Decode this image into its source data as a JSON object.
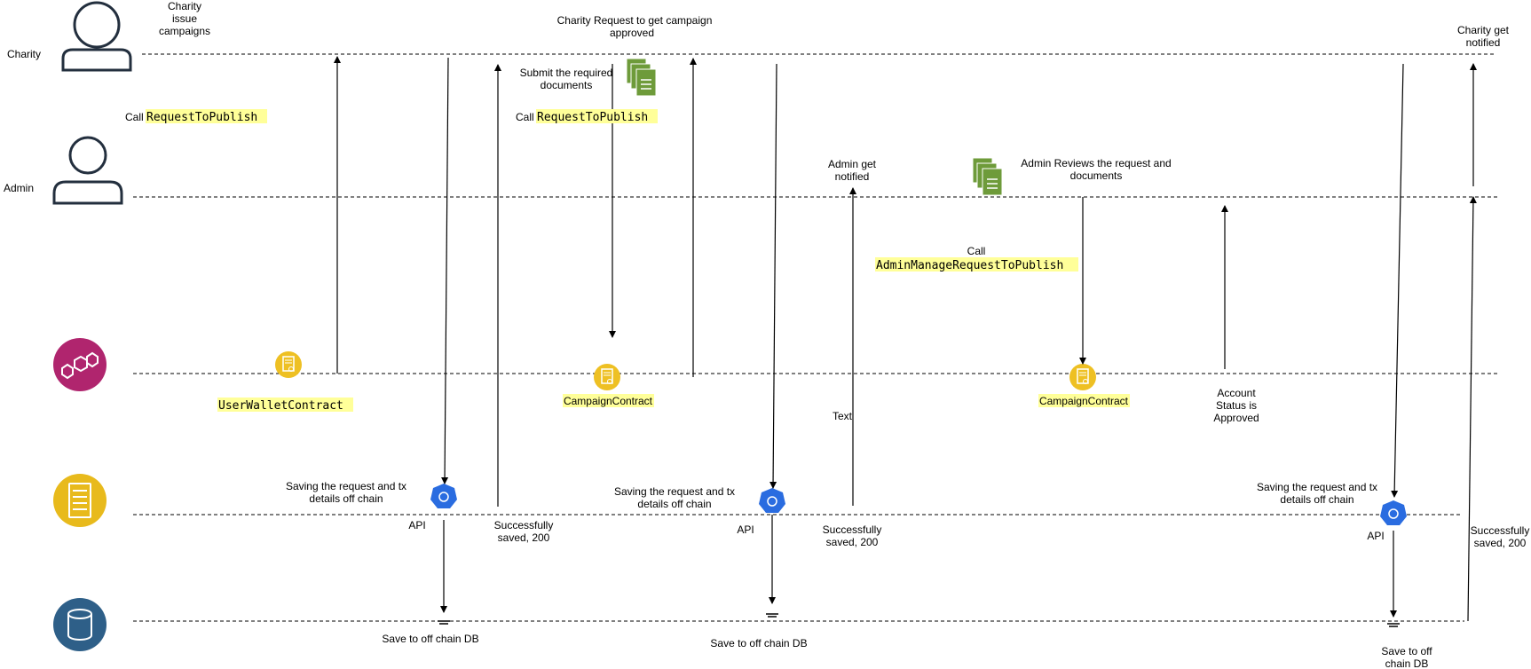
{
  "lanes": {
    "charity": "Charity",
    "admin": "Admin"
  },
  "icons": {
    "charity_actor": "user-icon",
    "admin_actor": "user-icon",
    "blockchain": "blockchain-network-icon",
    "server": "server-icon",
    "database": "database-icon",
    "contract": "smart-contract-icon",
    "documents": "documents-icon",
    "api": "api-service-icon"
  },
  "colors": {
    "actor_stroke": "#232f3e",
    "blockchain": "#b0256e",
    "server": "#e8ba1c",
    "database": "#2e5f88",
    "contract": "#eec023",
    "documents": "#6e9b3a",
    "api": "#2a6ce0",
    "highlight": "#ffff99"
  },
  "labels": {
    "charity_issue_1": "Charity",
    "charity_issue_2": "issue",
    "charity_issue_3": "campaigns",
    "call_prefix_1": "Call",
    "call_fn_1": "RequestToPublish",
    "wallet_contract": "UserWalletContract",
    "saving_1a": "Saving the request and tx",
    "saving_1b": "details off chain",
    "api_1": "API",
    "saved_1a": "Successfully",
    "saved_1b": "saved, 200",
    "save_db_1": "Save to off chain DB",
    "charity_request_1": "Charity  Request to get campaign",
    "charity_request_2": "approved",
    "submit_docs_1": "Submit the required",
    "submit_docs_2": "documents",
    "call_prefix_2": "Call",
    "call_fn_2": "RequestToPublish",
    "campaign_contract_1": "CampaignContract",
    "saving_2a": "Saving the request and tx",
    "saving_2b": "details off chain",
    "api_2": "API",
    "saved_2a": "Successfully",
    "saved_2b": "saved, 200",
    "save_db_2": "Save to off chain DB",
    "admin_notified_1": "Admin  get",
    "admin_notified_2": "notified",
    "text_label": "Text",
    "admin_reviews_1": "Admin Reviews the request and",
    "admin_reviews_2": "documents",
    "call_prefix_3": "Call",
    "call_fn_3": "AdminManageRequestToPublish",
    "campaign_contract_2": "CampaignContract",
    "account_status_1": "Account",
    "account_status_2": "Status is",
    "account_status_3": "Approved",
    "saving_3a": "Saving the request and tx",
    "saving_3b": "details off chain",
    "api_3": "API",
    "save_db_3a": "Save to off",
    "save_db_3b": "chain DB",
    "charity_notified_1": "Charity  get",
    "charity_notified_2": "notified",
    "saved_3a": "Successfully",
    "saved_3b": "saved, 200"
  }
}
